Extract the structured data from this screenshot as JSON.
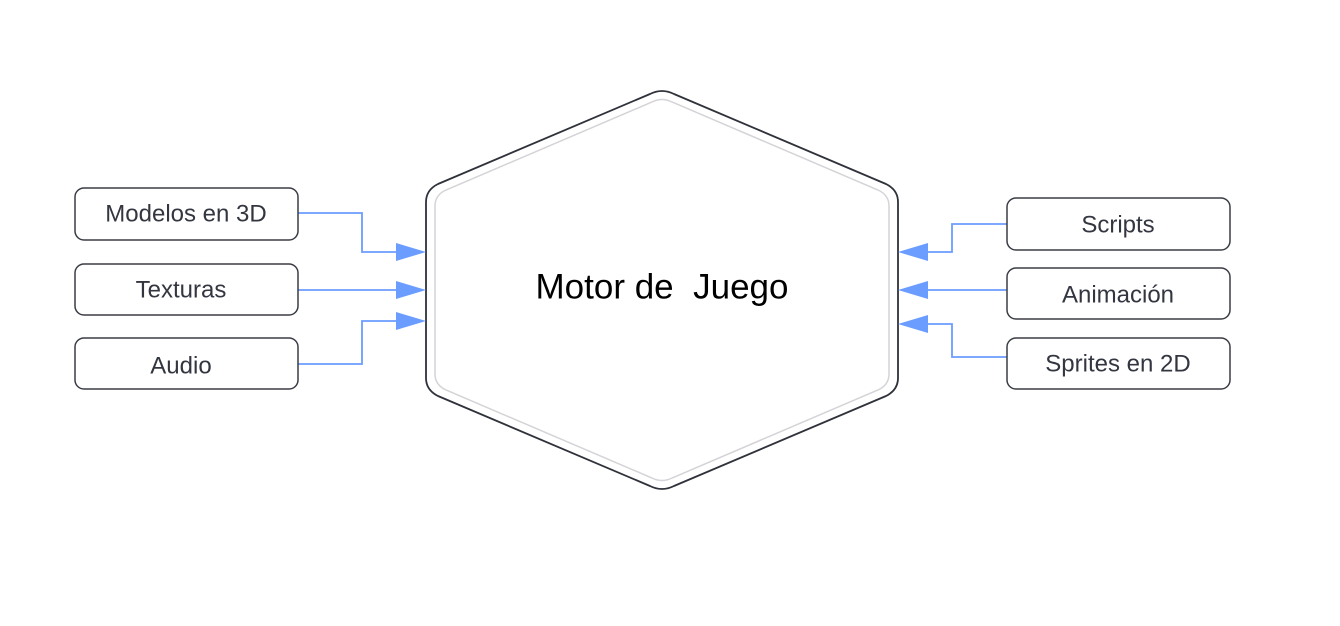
{
  "center": {
    "label": "Motor de  Juego"
  },
  "inputs_left": [
    {
      "label": "Modelos en 3D"
    },
    {
      "label": "Texturas"
    },
    {
      "label": "Audio"
    }
  ],
  "inputs_right": [
    {
      "label": "Scripts"
    },
    {
      "label": "Animación"
    },
    {
      "label": "Sprites en 2D"
    }
  ],
  "colors": {
    "arrow": "#6b9cff",
    "border": "#3a3d45"
  }
}
